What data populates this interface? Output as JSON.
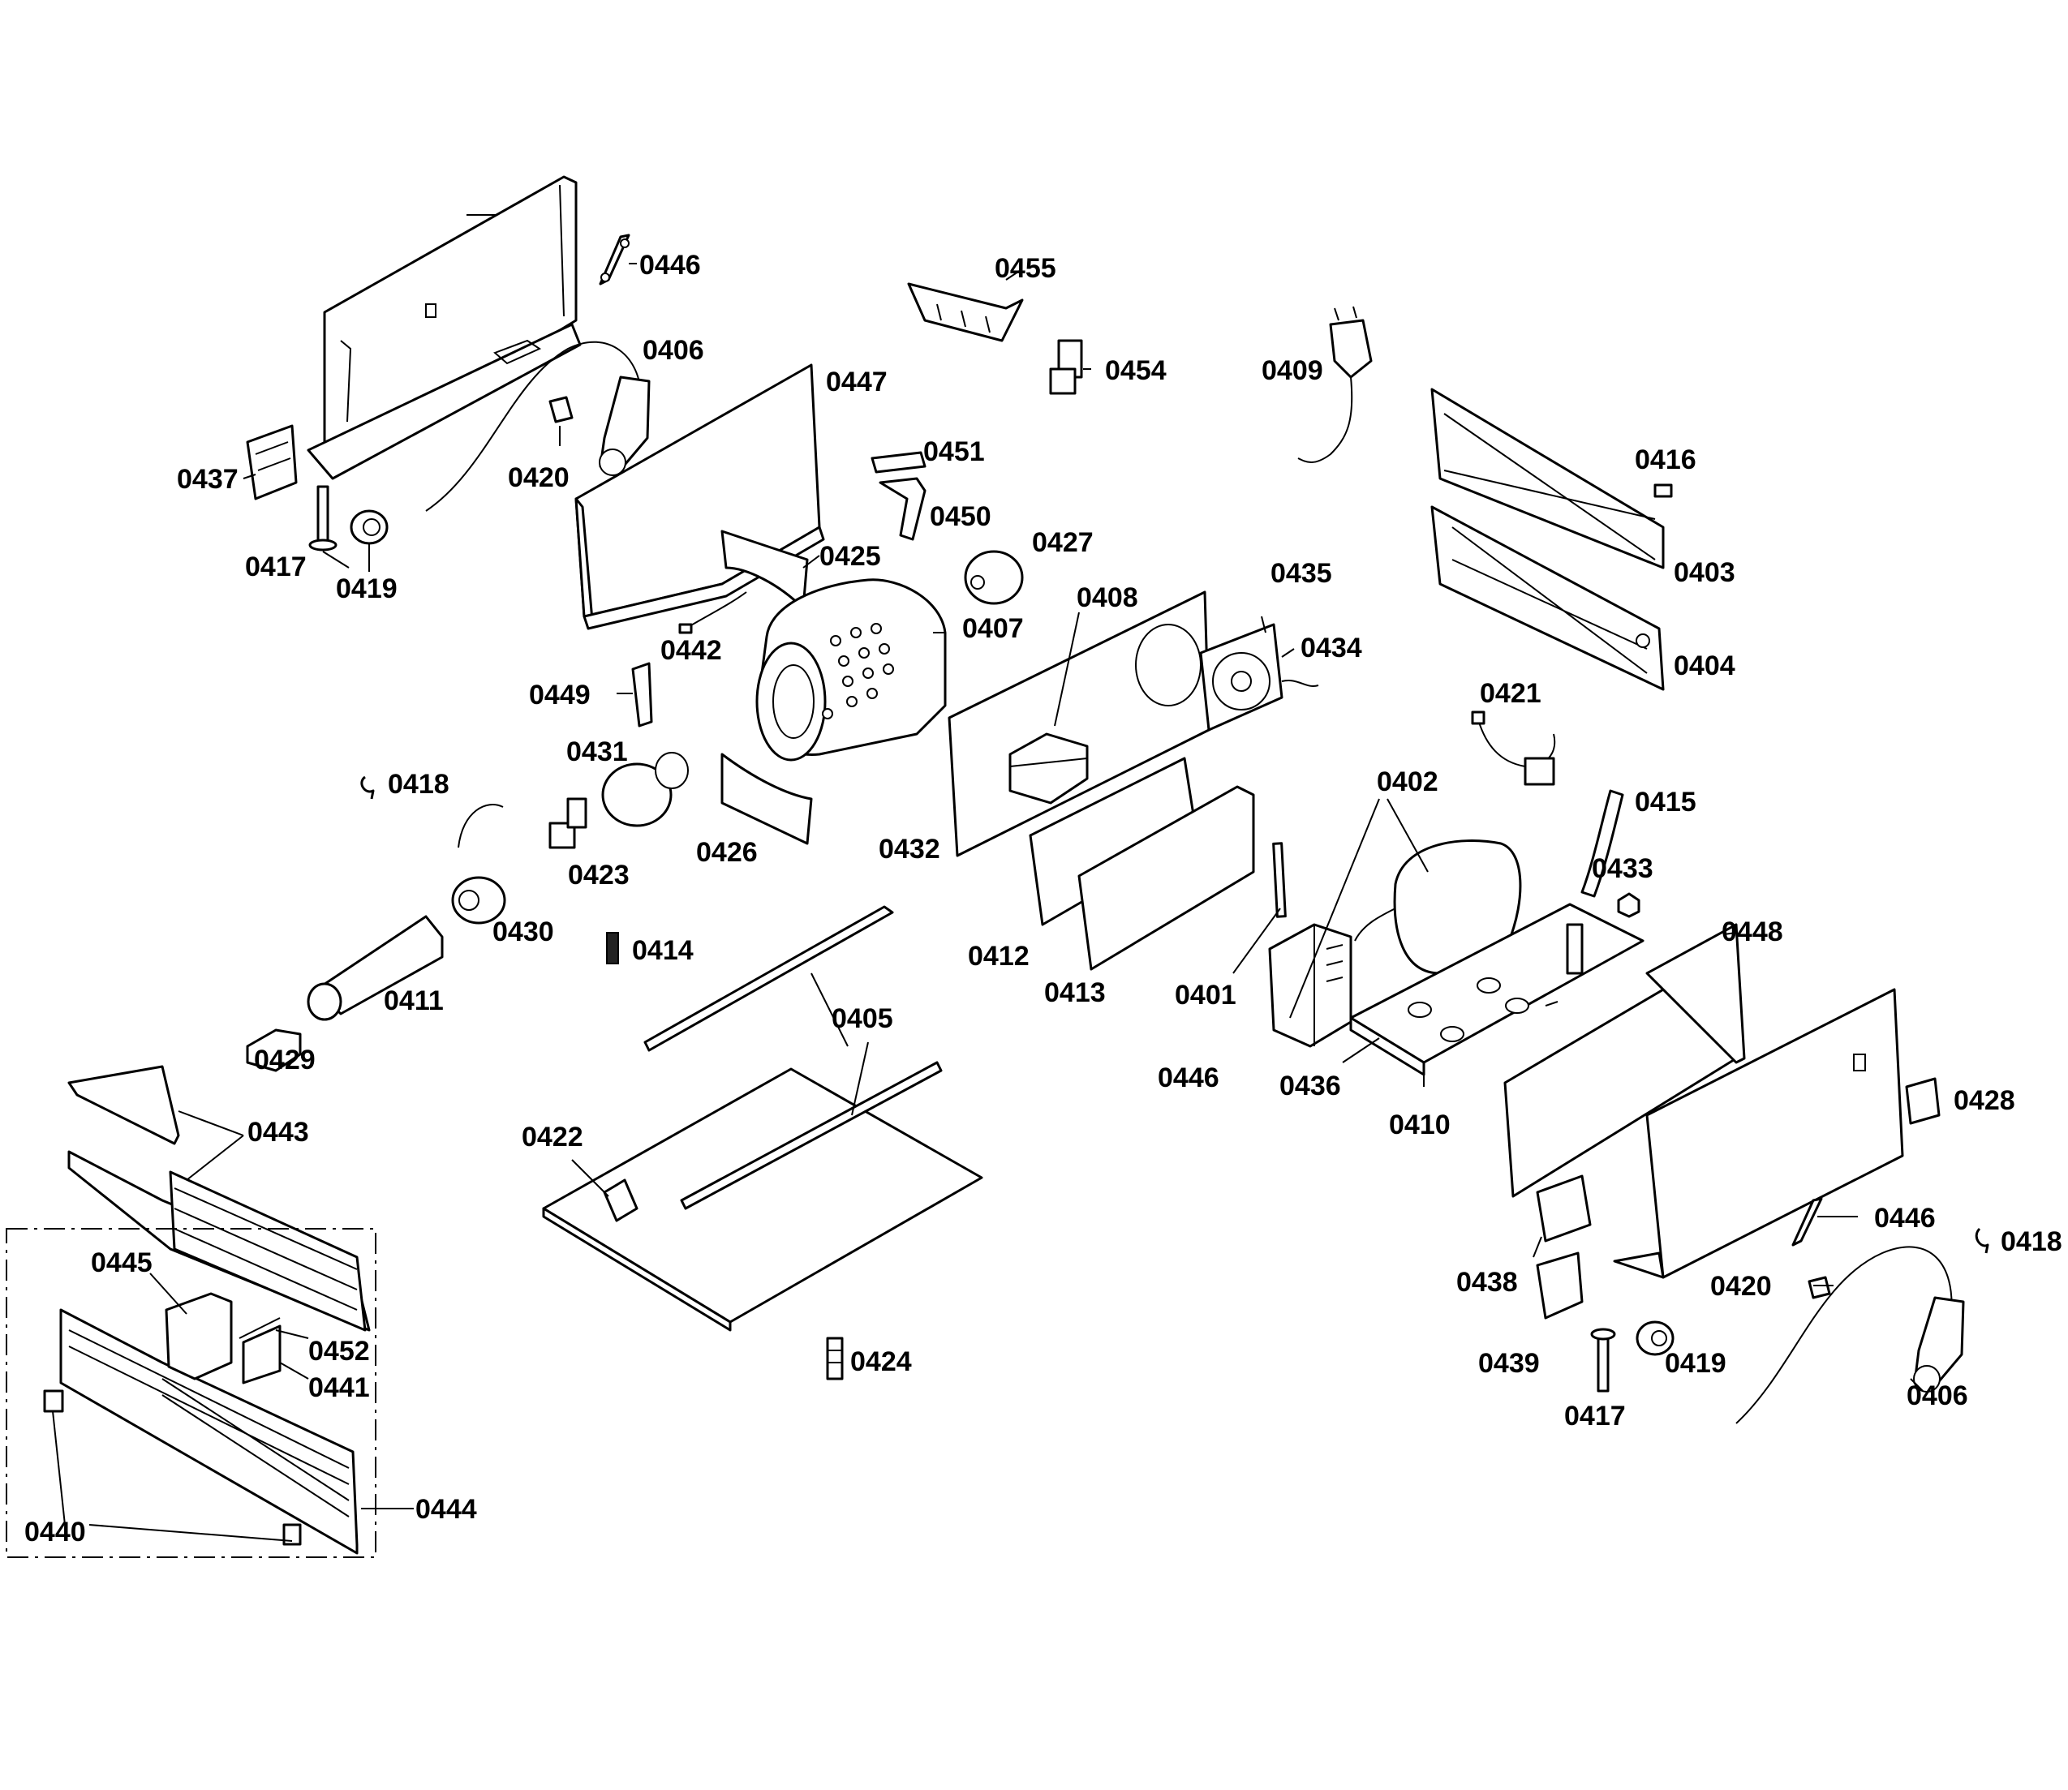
{
  "labels": {
    "p0446a": "0446",
    "p0406a": "0406",
    "p0420a": "0420",
    "p0437": "0437",
    "p0417a": "0417",
    "p0419a": "0419",
    "p0455": "0455",
    "p0454": "0454",
    "p0409": "0409",
    "p0447": "0447",
    "p0451": "0451",
    "p0450": "0450",
    "p0425": "0425",
    "p0427": "0427",
    "p0416": "0416",
    "p0403": "0403",
    "p0404": "0404",
    "p0408": "0408",
    "p0435": "0435",
    "p0434": "0434",
    "p0407": "0407",
    "p0442": "0442",
    "p0449": "0449",
    "p0421": "0421",
    "p0418a": "0418",
    "p0431": "0431",
    "p0402": "0402",
    "p0415": "0415",
    "p0423": "0423",
    "p0426": "0426",
    "p0432": "0432",
    "p0433": "0433",
    "p0430": "0430",
    "p0414": "0414",
    "p0448": "0448",
    "p0412": "0412",
    "p0413": "0413",
    "p0401": "0401",
    "p0411": "0411",
    "p0405": "0405",
    "p0429": "0429",
    "p0446b": "0446",
    "p0436": "0436",
    "p0410": "0410",
    "p0428": "0428",
    "p0443": "0443",
    "p0422": "0422",
    "p0446c": "0446",
    "p0418b": "0418",
    "p0445": "0445",
    "p0438": "0438",
    "p0420b": "0420",
    "p0452": "0452",
    "p0441": "0441",
    "p0424": "0424",
    "p0439": "0439",
    "p0419b": "0419",
    "p0406b": "0406",
    "p0417b": "0417",
    "p0444": "0444",
    "p0440": "0440"
  }
}
